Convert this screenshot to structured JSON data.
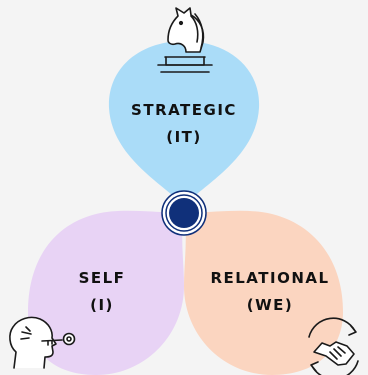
{
  "lobes": {
    "strategic": {
      "title": "STRATEGIC",
      "sub": "(IT)",
      "color": "#aadcf8",
      "icon": "chess-knight-icon"
    },
    "self": {
      "title": "SELF",
      "sub": "(I)",
      "color": "#e8d3f5",
      "icon": "head-with-key-icon"
    },
    "relational": {
      "title": "RELATIONAL",
      "sub": "(WE)",
      "color": "#fbd5c0",
      "icon": "handshake-cycle-icon"
    }
  },
  "center": {
    "color": "#10307a"
  }
}
